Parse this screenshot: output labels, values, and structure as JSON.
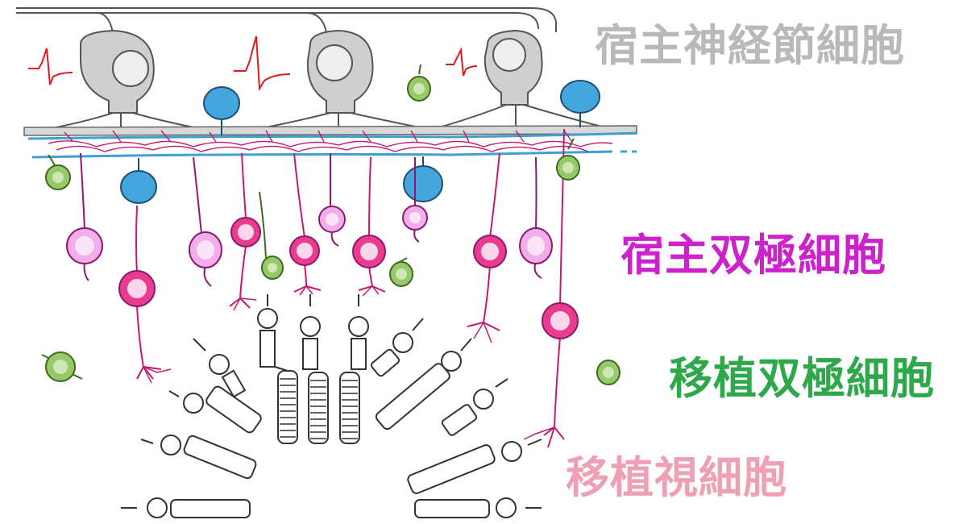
{
  "labels": {
    "host_ganglion_cells": "宿主神経節細胞",
    "host_bipolar_cells": "宿主双極細胞",
    "graft_bipolar_cells": "移植双極細胞",
    "graft_photoreceptors": "移植視細胞"
  },
  "colors": {
    "ganglion_fill": "#cfcfcf",
    "ganglion_stroke": "#555555",
    "spike": "#e0191e",
    "amacrine_blue": "#45a6dd",
    "host_bipolar_light": "#f2aeea",
    "host_bipolar_dark": "#e93c8f",
    "graft_bipolar": "#97c869",
    "graft_photoreceptor": "#ffffff",
    "dendrite_magenta": "#c41a70",
    "label_ganglion": "#b9b9b9",
    "label_host_bipolar": "#cc22cc",
    "label_graft_bipolar": "#2fa74b",
    "label_graft_photo": "#f0a0b4"
  }
}
